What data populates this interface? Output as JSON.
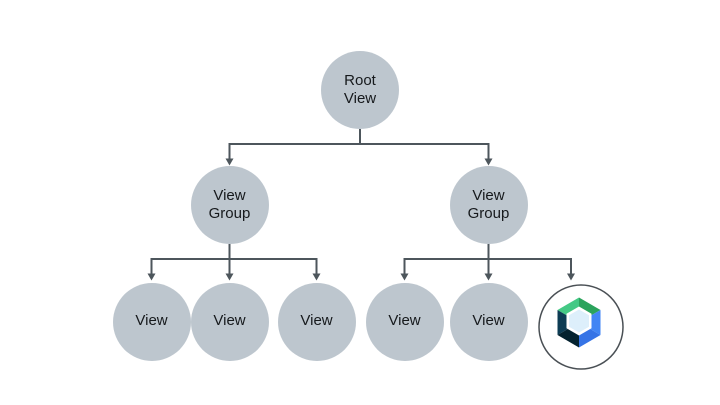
{
  "diagram": {
    "description": "View hierarchy tree with a Jetpack Compose leaf node",
    "colors": {
      "background": "#ffffff",
      "node_fill": "#bdc6ce",
      "connector": "#4d565c",
      "label_text": "#16191c",
      "compose_ring": "#4a5055",
      "compose_green_light": "#44c985",
      "compose_green_dark": "#2ba35c",
      "compose_navy": "#0d3c54",
      "compose_navy_dark": "#04222f",
      "compose_blue": "#4285f4",
      "compose_blue_dark": "#3674e6",
      "compose_inner_fill": "#ddeffb"
    },
    "nodes": {
      "root": {
        "line1": "Root",
        "line2": "View"
      },
      "group_left": {
        "line1": "View",
        "line2": "Group"
      },
      "group_right": {
        "line1": "View",
        "line2": "Group"
      },
      "leaf1": {
        "label": "View"
      },
      "leaf2": {
        "label": "View"
      },
      "leaf3": {
        "label": "View"
      },
      "leaf4": {
        "label": "View"
      },
      "leaf5": {
        "label": "View"
      },
      "compose": {
        "icon": "jetpack-compose-logo"
      }
    }
  }
}
